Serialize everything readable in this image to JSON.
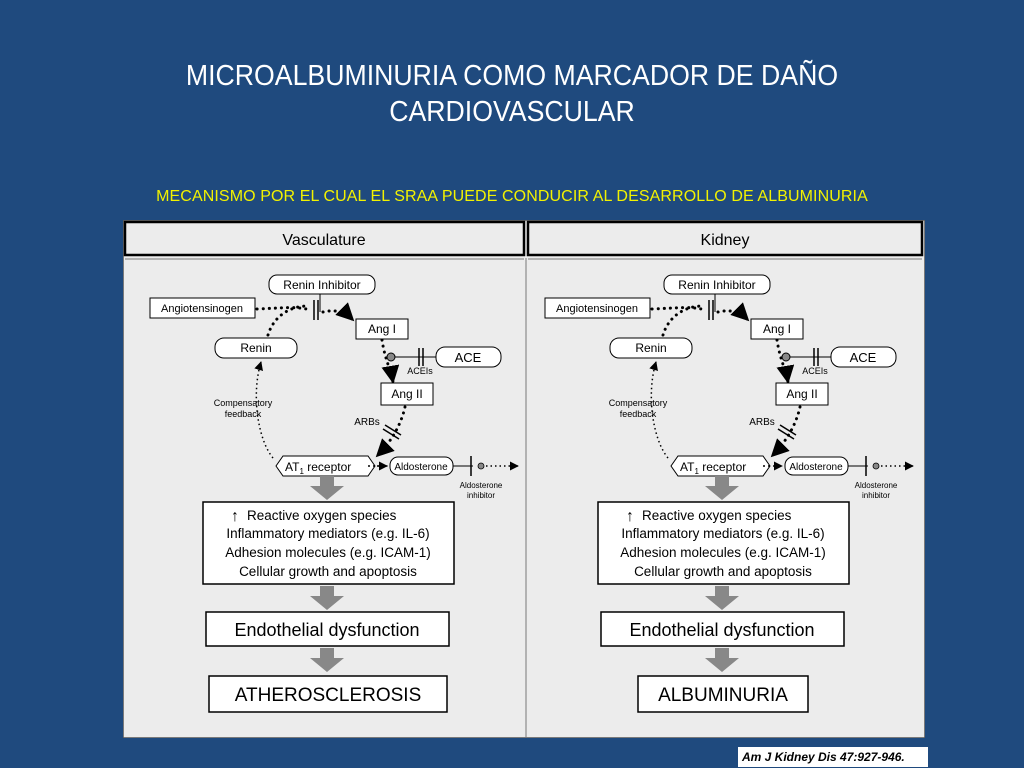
{
  "title": {
    "line1": "MICROALBUMINURIA COMO MARCADOR DE DAÑO",
    "line2": "CARDIOVASCULAR"
  },
  "subtitle": "MECANISMO POR  EL CUAL  EL SRAA  PUEDE  CONDUCIR  AL DESARROLLO DE  ALBUMINURIA",
  "citation": "Am J Kidney Dis 47:927-946.",
  "panels": [
    {
      "header": "Vasculature",
      "renin_inhibitor": "Renin Inhibitor",
      "angiotensinogen": "Angiotensinogen",
      "renin": "Renin",
      "ang1": "Ang I",
      "ace": "ACE",
      "aceis": "ACEIs",
      "ang2": "Ang II",
      "compensatory_1": "Compensatory",
      "compensatory_2": "feedback",
      "arbs": "ARBs",
      "at1_prefix": "AT",
      "at1_sub": "1",
      "at1_suffix": " receptor",
      "aldosterone": "Aldosterone",
      "aldo_inhib_1": "Aldosterone",
      "aldo_inhib_2": "inhibitor",
      "effects_arrow": "↑",
      "effects": [
        "Reactive oxygen species",
        "Inflammatory mediators (e.g. IL-6)",
        "Adhesion molecules (e.g. ICAM-1)",
        "Cellular growth and apoptosis"
      ],
      "dysfunction": "Endothelial dysfunction",
      "outcome": "ATHEROSCLEROSIS"
    },
    {
      "header": "Kidney",
      "renin_inhibitor": "Renin Inhibitor",
      "angiotensinogen": "Angiotensinogen",
      "renin": "Renin",
      "ang1": "Ang I",
      "ace": "ACE",
      "aceis": "ACEIs",
      "ang2": "Ang II",
      "compensatory_1": "Compensatory",
      "compensatory_2": "feedback",
      "arbs": "ARBs",
      "at1_prefix": "AT",
      "at1_sub": "1",
      "at1_suffix": " receptor",
      "aldosterone": "Aldosterone",
      "aldo_inhib_1": "Aldosterone",
      "aldo_inhib_2": "inhibitor",
      "effects_arrow": "↑",
      "effects": [
        "Reactive oxygen species",
        "Inflammatory mediators (e.g. IL-6)",
        "Adhesion molecules (e.g. ICAM-1)",
        "Cellular growth and apoptosis"
      ],
      "dysfunction": "Endothelial dysfunction",
      "outcome": "ALBUMINURIA"
    }
  ]
}
